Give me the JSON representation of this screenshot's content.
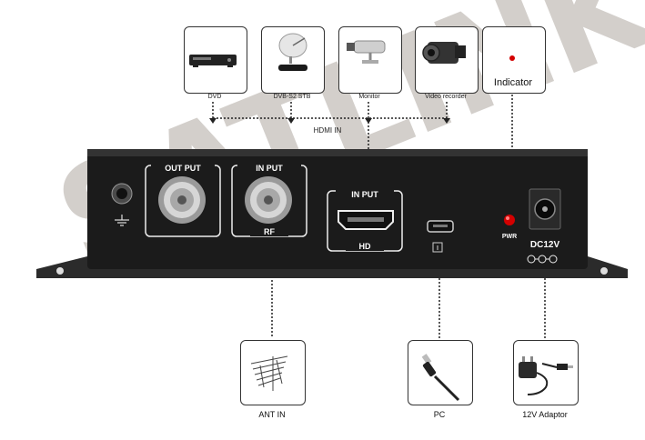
{
  "watermark": "SATLINK",
  "top_devices": [
    {
      "label": "DVD",
      "icon": "dvd-player-icon"
    },
    {
      "label": "DVB-S2 STB",
      "icon": "satellite-receiver-icon"
    },
    {
      "label": "Monitor",
      "icon": "cctv-camera-icon"
    },
    {
      "label": "Video recorder",
      "icon": "camcorder-icon"
    }
  ],
  "indicator_label": "Indicator",
  "hdmi_in_label": "HDMI IN",
  "panel": {
    "output_label": "OUT PUT",
    "rf_input_label": "IN PUT",
    "rf_label": "RF",
    "hdmi_input_label": "IN PUT",
    "hd_label": "HD",
    "pwr_label": "PWR",
    "dc_label": "DC12V"
  },
  "bottom_devices": [
    {
      "label": "ANT IN",
      "icon": "antenna-icon"
    },
    {
      "label": "PC",
      "icon": "usb-cable-icon"
    },
    {
      "label": "12V Adaptor",
      "icon": "power-adapter-icon"
    }
  ],
  "colors": {
    "device_body": "#1b1b1b",
    "watermark": "#d3cfcb",
    "led": "#d40000"
  }
}
